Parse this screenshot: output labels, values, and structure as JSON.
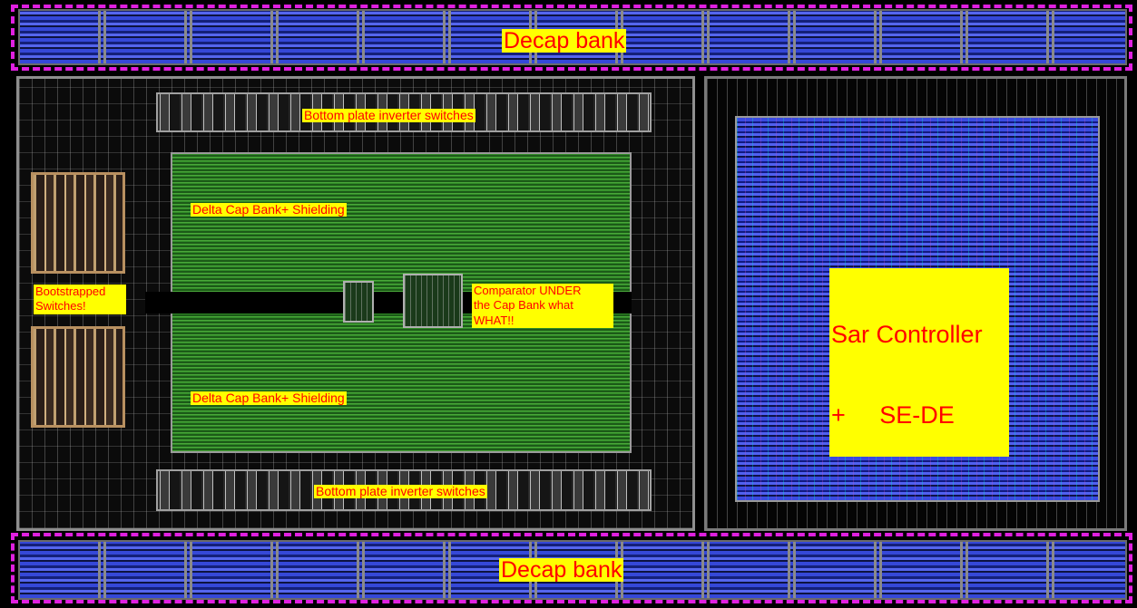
{
  "labels": {
    "decap_top": "Decap bank",
    "decap_bottom": "Decap bank",
    "bottom_plate_top": "Bottom plate inverter switches",
    "bottom_plate_bottom": "Bottom plate inverter switches",
    "delta_cap_top": "Delta Cap Bank+ Shielding",
    "delta_cap_bottom": "Delta Cap Bank+ Shielding",
    "bootstrapped_line1": "Bootstrapped",
    "bootstrapped_line2": "Switches!",
    "comparator_line1": "Comparator UNDER",
    "comparator_line2": "the Cap Bank what",
    "comparator_line3": "WHAT!!",
    "sar_line1": "Sar Controller",
    "sar_line2": "+     SE-DE"
  },
  "colors": {
    "label_bg": "#ffff00",
    "label_text": "#ff0000",
    "boundary_dash": "#e020e0",
    "cap_bank": "#1f6a1c",
    "decap": "#1a2470"
  }
}
